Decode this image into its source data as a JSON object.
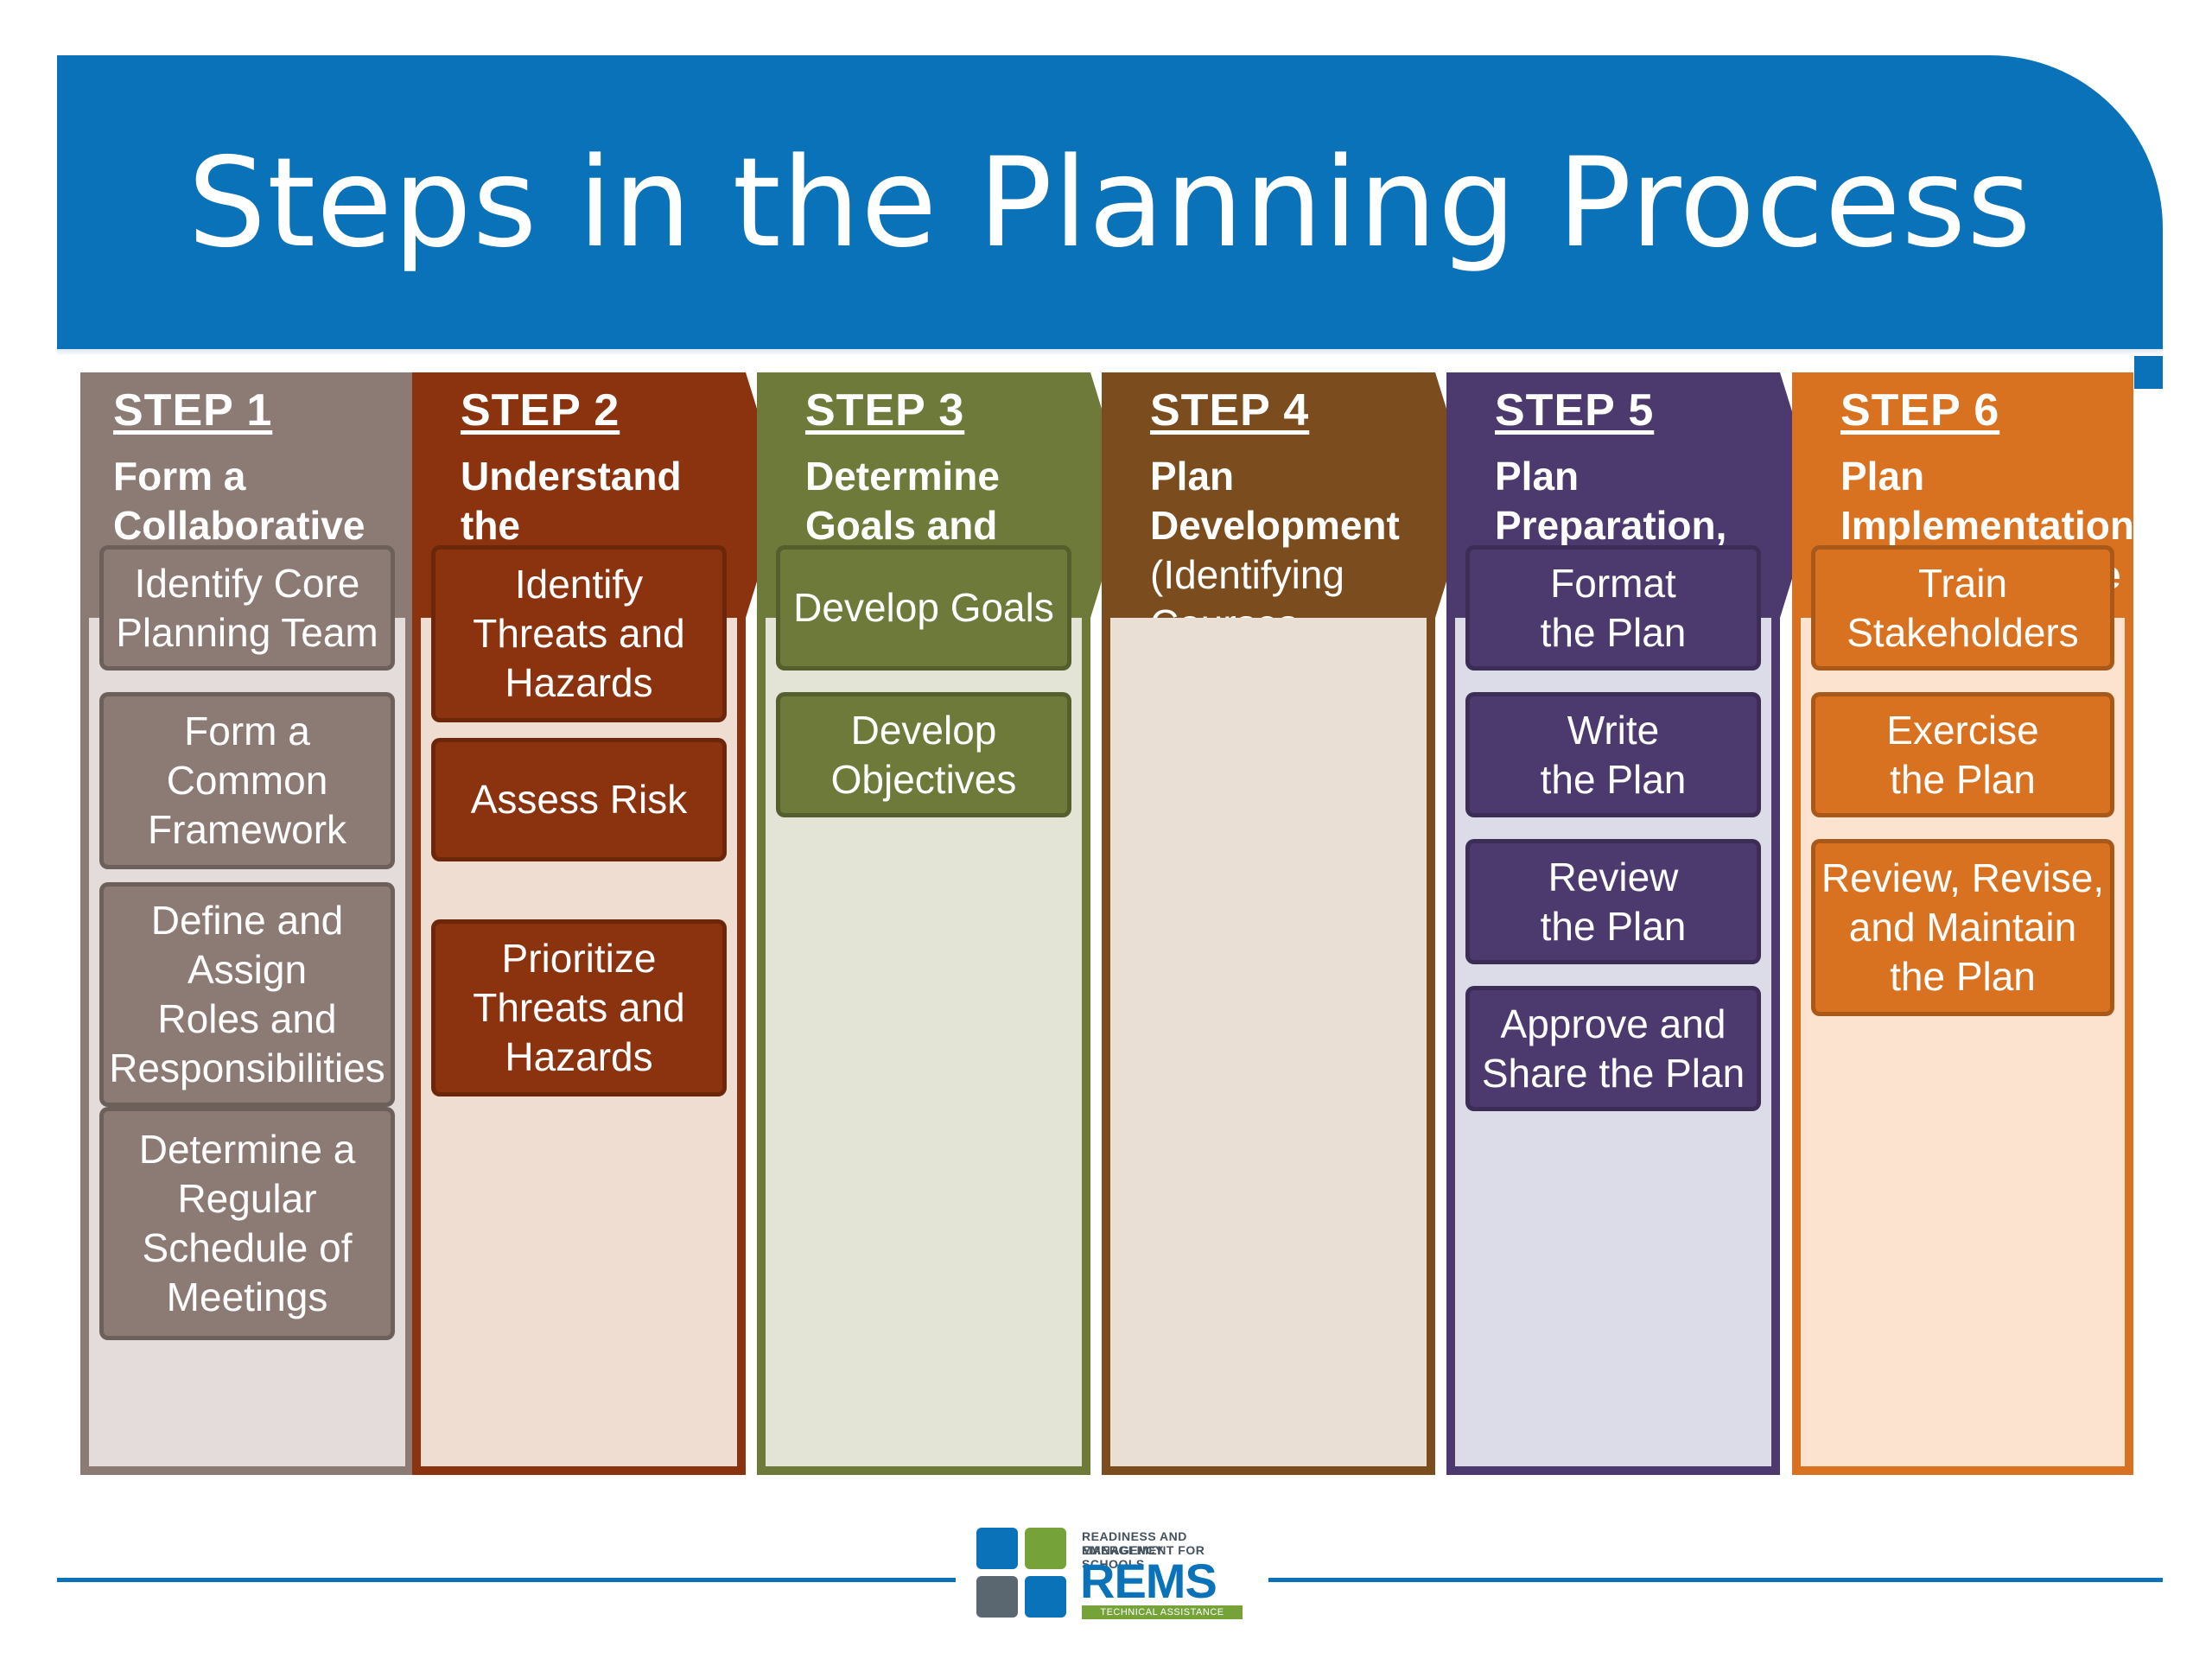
{
  "title": "Steps in the Planning Process",
  "steps": [
    {
      "label": "STEP 1",
      "title": "Form a\nCollaborative\nPlanning Team",
      "subtitle": "",
      "color": "#8c7b75",
      "body_color": "#e3dcda",
      "box_color": "#8c7b75",
      "boxes": [
        "Identify Core\nPlanning Team",
        "Form a\nCommon\nFramework",
        "Define and\nAssign\nRoles and\nResponsibilities",
        "Determine a\nRegular\nSchedule of\nMeetings"
      ]
    },
    {
      "label": "STEP 2",
      "title": "Understand\nthe\nSituation",
      "subtitle": "",
      "color": "#8b320e",
      "body_color": "#f0ddd2",
      "box_color": "#8b320e",
      "boxes": [
        "Identify\nThreats and\nHazards",
        "Assess Risk",
        "Prioritize\nThreats and\nHazards"
      ]
    },
    {
      "label": "STEP 3",
      "title": "Determine\nGoals and\nObjectives",
      "subtitle": "",
      "color": "#6d7a3a",
      "body_color": "#e3e4d6",
      "box_color": "#6d7a3a",
      "boxes": [
        "Develop Goals",
        "Develop\nObjectives"
      ]
    },
    {
      "label": "STEP 4",
      "title": "Plan Development",
      "subtitle": "(Identifying Courses\nof Action)",
      "color": "#7b4c1e",
      "body_color": "#e9dfd4",
      "box_color": "#7b4c1e",
      "boxes": []
    },
    {
      "label": "STEP 5",
      "title": "Plan Preparation,\nReview, &\nApproval",
      "subtitle": "",
      "color": "#4c3a6e",
      "body_color": "#dcdbe8",
      "box_color": "#4c3a6e",
      "boxes": [
        "Format\nthe Plan",
        "Write\nthe Plan",
        "Review\nthe Plan",
        "Approve and\nShare the Plan"
      ]
    },
    {
      "label": "STEP 6",
      "title": "Plan\nImplementation\n& Maintenance",
      "subtitle": "",
      "color": "#d87220",
      "body_color": "#fbe3d0",
      "box_color": "#d87220",
      "boxes": [
        "Train\nStakeholders",
        "Exercise\nthe Plan",
        "Review, Revise,\nand Maintain\nthe Plan"
      ]
    }
  ],
  "logo": {
    "line1": "READINESS AND EMERGENCY",
    "line2": "MANAGEMENT FOR SCHOOLS",
    "name": "REMS",
    "tagline": "TECHNICAL ASSISTANCE CENTER"
  }
}
